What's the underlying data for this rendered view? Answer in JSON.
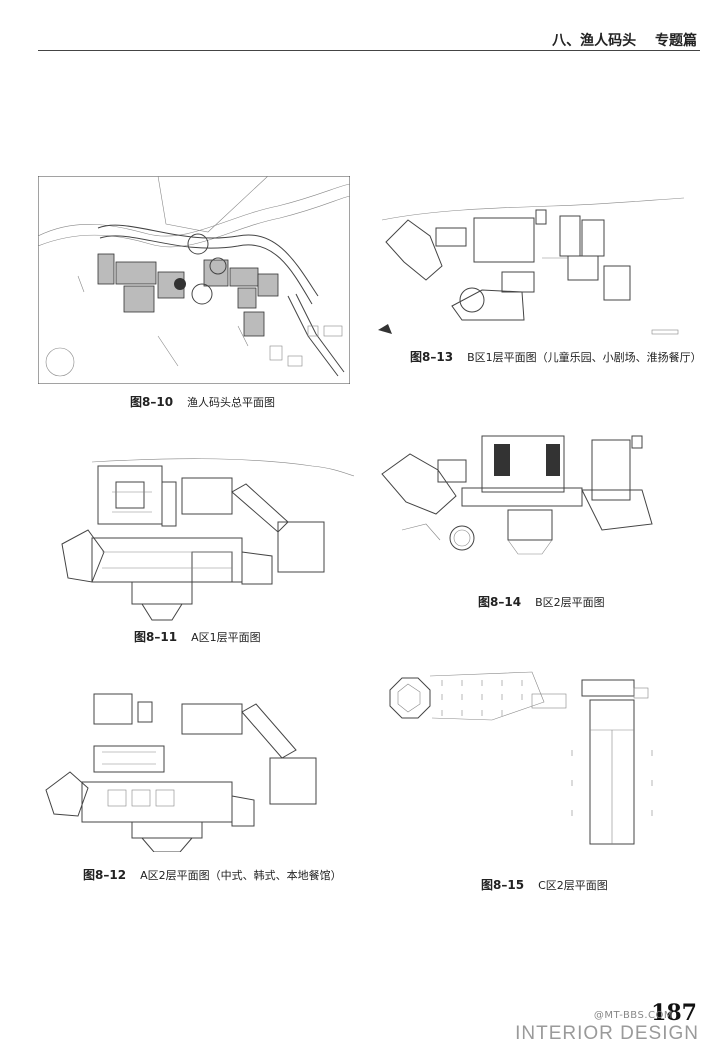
{
  "header": {
    "chapter": "八、渔人码头",
    "section": "专题篇"
  },
  "figures": [
    {
      "number": "图8–10",
      "caption": "渔人码头总平面图"
    },
    {
      "number": "图8–13",
      "caption": "B区1层平面图（儿童乐园、小剧场、淮扬餐厅）"
    },
    {
      "number": "图8–11",
      "caption": "A区1层平面图"
    },
    {
      "number": "图8–14",
      "caption": "B区2层平面图"
    },
    {
      "number": "图8–12",
      "caption": "A区2层平面图（中式、韩式、本地餐馆）"
    },
    {
      "number": "图8–15",
      "caption": "C区2层平面图"
    }
  ],
  "page_number": "187",
  "watermark": {
    "line1": "@MT-BBS.COM",
    "line2": "INTERIOR DESIGN"
  }
}
